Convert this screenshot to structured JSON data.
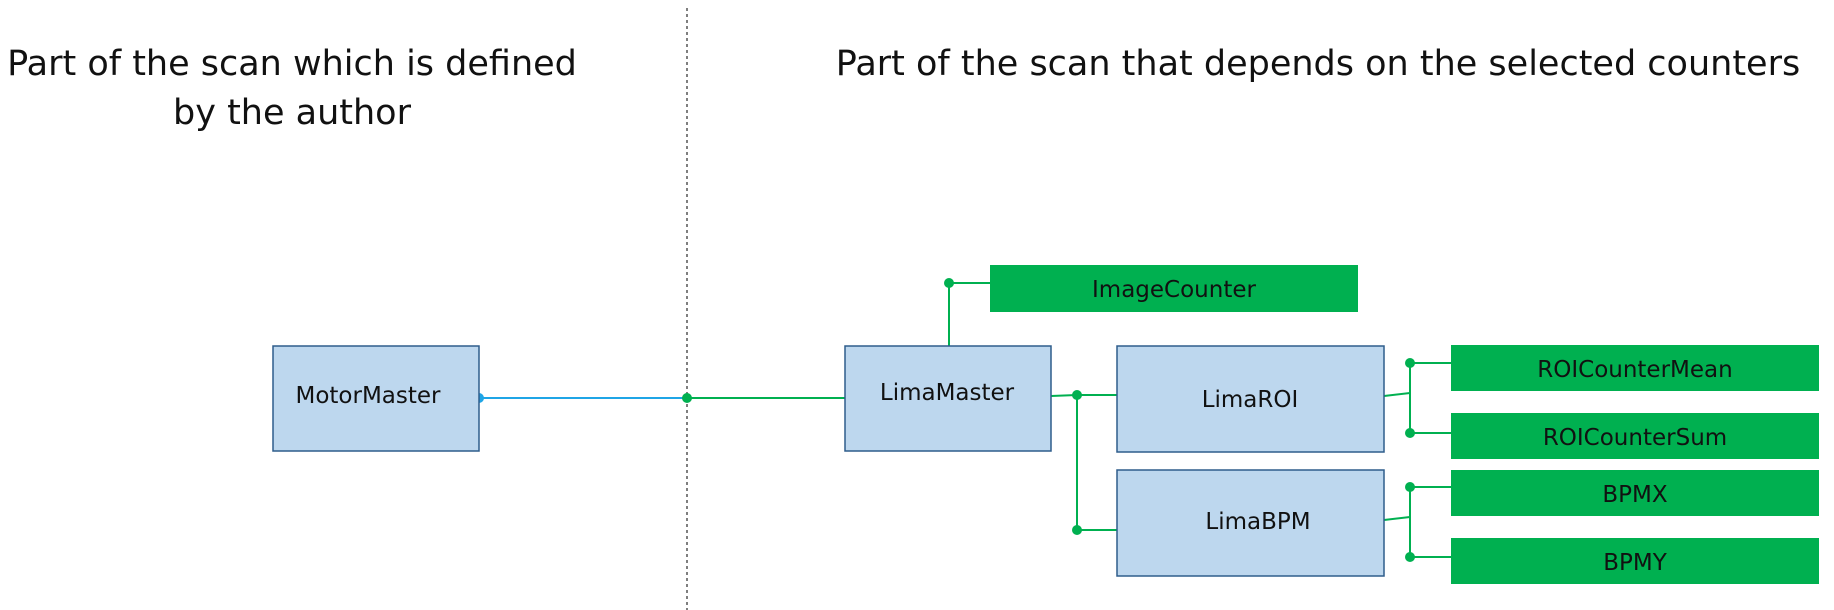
{
  "headings": {
    "left_line1": "Part of the scan which is defined",
    "left_line2": "by the author",
    "right": "Part of the scan that depends on the selected counters"
  },
  "nodes": {
    "motor_master": "MotorMaster",
    "lima_master": "LimaMaster",
    "lima_roi": "LimaROI",
    "lima_bpm": "LimaBPM"
  },
  "counters": {
    "image_counter": "ImageCounter",
    "roi_counter_mean": "ROICounterMean",
    "roi_counter_sum": "ROICounterSum",
    "bpmx": "BPMX",
    "bpmy": "BPMY"
  },
  "colors": {
    "master_fill": "#bdd7ee",
    "master_border": "#2e5d8c",
    "counter_fill": "#00b050",
    "green_line": "#00b050",
    "blue_line": "#1fa5e6",
    "divider": "#555555"
  }
}
